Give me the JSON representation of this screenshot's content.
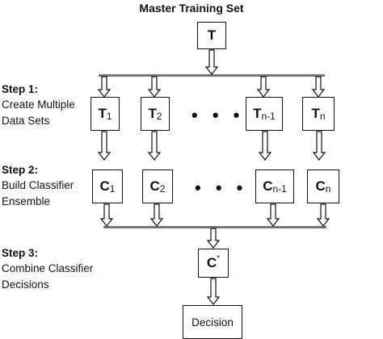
{
  "title": "Master Training Set",
  "top_box": {
    "symbol": "T"
  },
  "steps": [
    {
      "label": "Step 1:",
      "desc_line1": "Create Multiple",
      "desc_line2": "Data Sets"
    },
    {
      "label": "Step 2:",
      "desc_line1": "Build Classifier",
      "desc_line2": "Ensemble"
    },
    {
      "label": "Step 3:",
      "desc_line1": "Combine Classifier",
      "desc_line2": "Decisions"
    }
  ],
  "datasets": [
    {
      "symbol": "T",
      "sub": "1"
    },
    {
      "symbol": "T",
      "sub": "2"
    },
    {
      "symbol": "T",
      "sub": "n-1"
    },
    {
      "symbol": "T",
      "sub": "n"
    }
  ],
  "classifiers": [
    {
      "symbol": "C",
      "sub": "1"
    },
    {
      "symbol": "C",
      "sub": "2"
    },
    {
      "symbol": "C",
      "sub": "n-1"
    },
    {
      "symbol": "C",
      "sub": "n"
    }
  ],
  "dots": "• • •",
  "combined": {
    "symbol": "C",
    "sup": "*"
  },
  "decision": "Decision",
  "colors": {
    "arrow_fill": "#ffffff",
    "stroke": "#111111",
    "bar": "#777777"
  }
}
